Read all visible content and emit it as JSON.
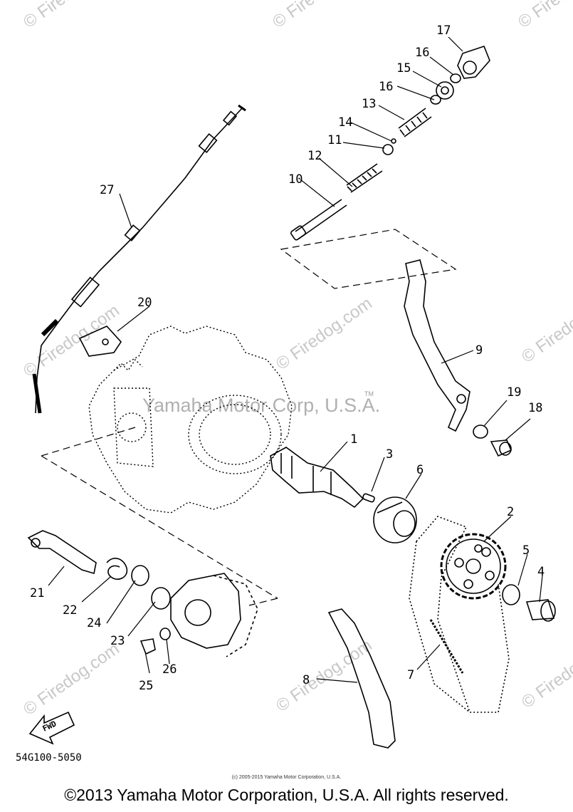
{
  "watermark": {
    "site": "© Firedog.com",
    "center": "Yamaha Motor Corp, U.S.A.",
    "tm": "TM"
  },
  "callouts": {
    "c1": "1",
    "c2": "2",
    "c3": "3",
    "c4": "4",
    "c5": "5",
    "c6": "6",
    "c7": "7",
    "c8": "8",
    "c9": "9",
    "c10": "10",
    "c11": "11",
    "c12": "12",
    "c13": "13",
    "c14": "14",
    "c15": "15",
    "c16a": "16",
    "c16b": "16",
    "c17": "17",
    "c18": "18",
    "c19": "19",
    "c20": "20",
    "c21": "21",
    "c22": "22",
    "c23": "23",
    "c24": "24",
    "c25": "25",
    "c26": "26",
    "c27": "27"
  },
  "fwd_label": "FWD",
  "diagram_code": "54G100-5050",
  "footer": {
    "small": "(c) 2005-2015 Yamaha Motor Corporation, U.S.A.",
    "main": "©2013 Yamaha Motor Corporation, U.S.A. All rights reserved."
  }
}
